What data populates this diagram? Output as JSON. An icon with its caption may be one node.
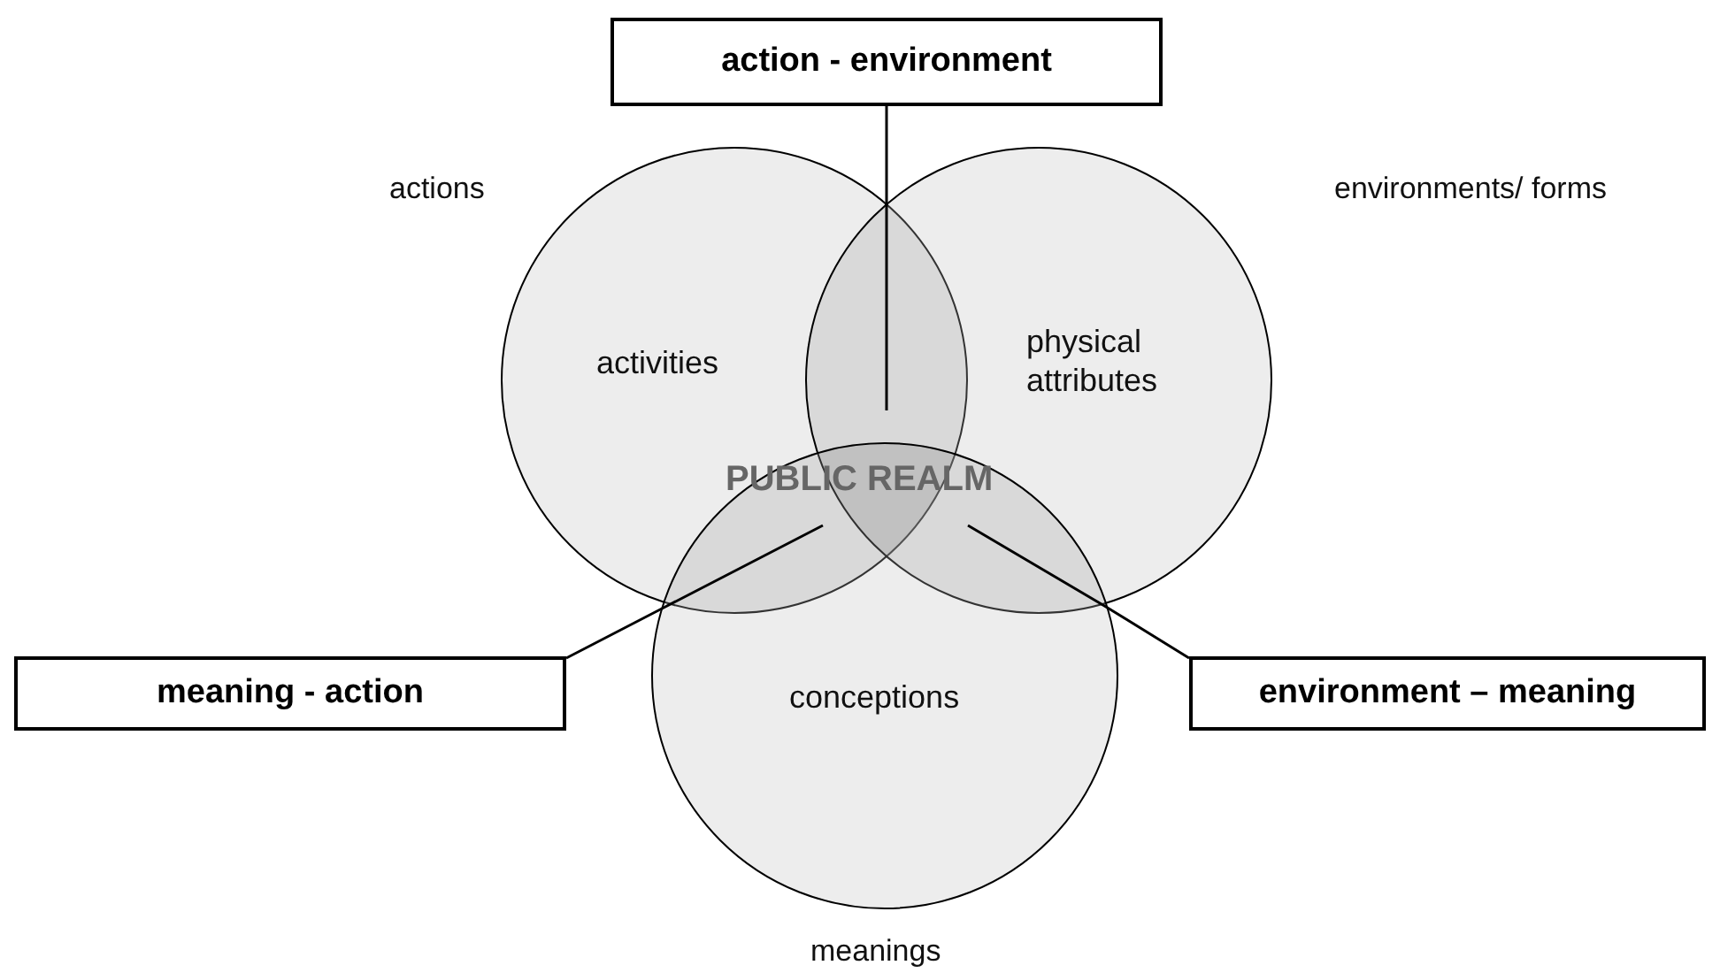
{
  "diagram": {
    "nodes": [
      {
        "text": [
          "action - environment"
        ]
      },
      {
        "text": [
          "activities"
        ],
        "beside": [
          "actions"
        ]
      },
      {
        "text": [
          "physical attributes"
        ],
        "beside": [
          "environments/ forms"
        ]
      },
      {
        "text": [
          "meaning - action"
        ]
      },
      {
        "text": [
          "conceptions"
        ],
        "beside": [
          "meanings"
        ]
      },
      {
        "text": [
          "environment – meaning"
        ]
      },
      {
        "text": [],
        "shape": "lens"
      },
      {
        "text": [],
        "shape": "lens"
      },
      {
        "text": [],
        "shape": "lens"
      }
    ],
    "edges": [
      {
        "from": 0,
        "to": 6,
        "arrow": "none"
      },
      {
        "from": 3,
        "to": 7,
        "arrow": "none"
      },
      {
        "from": 5,
        "to": 8,
        "arrow": "none"
      }
    ],
    "labels": [
      "PUBLIC REALM"
    ]
  }
}
